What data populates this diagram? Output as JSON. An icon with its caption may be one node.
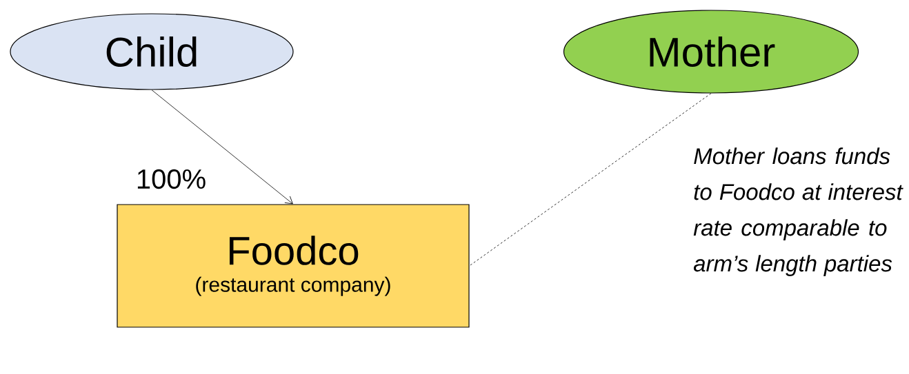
{
  "diagram": {
    "nodes": [
      {
        "text": [
          "Child"
        ]
      },
      {
        "text": [
          "Mother"
        ]
      },
      {
        "text": [
          "Foodco",
          "(restaurant company)"
        ]
      }
    ],
    "edges": [
      {
        "from": 0,
        "to": 2,
        "arrow": "to",
        "label": "100%"
      },
      {
        "from": 1,
        "to": 2,
        "arrow": "none",
        "style": "dashed"
      }
    ],
    "labels": [
      "Mother loans funds to Foodco at interest rate comparable to arm’s length parties"
    ]
  }
}
